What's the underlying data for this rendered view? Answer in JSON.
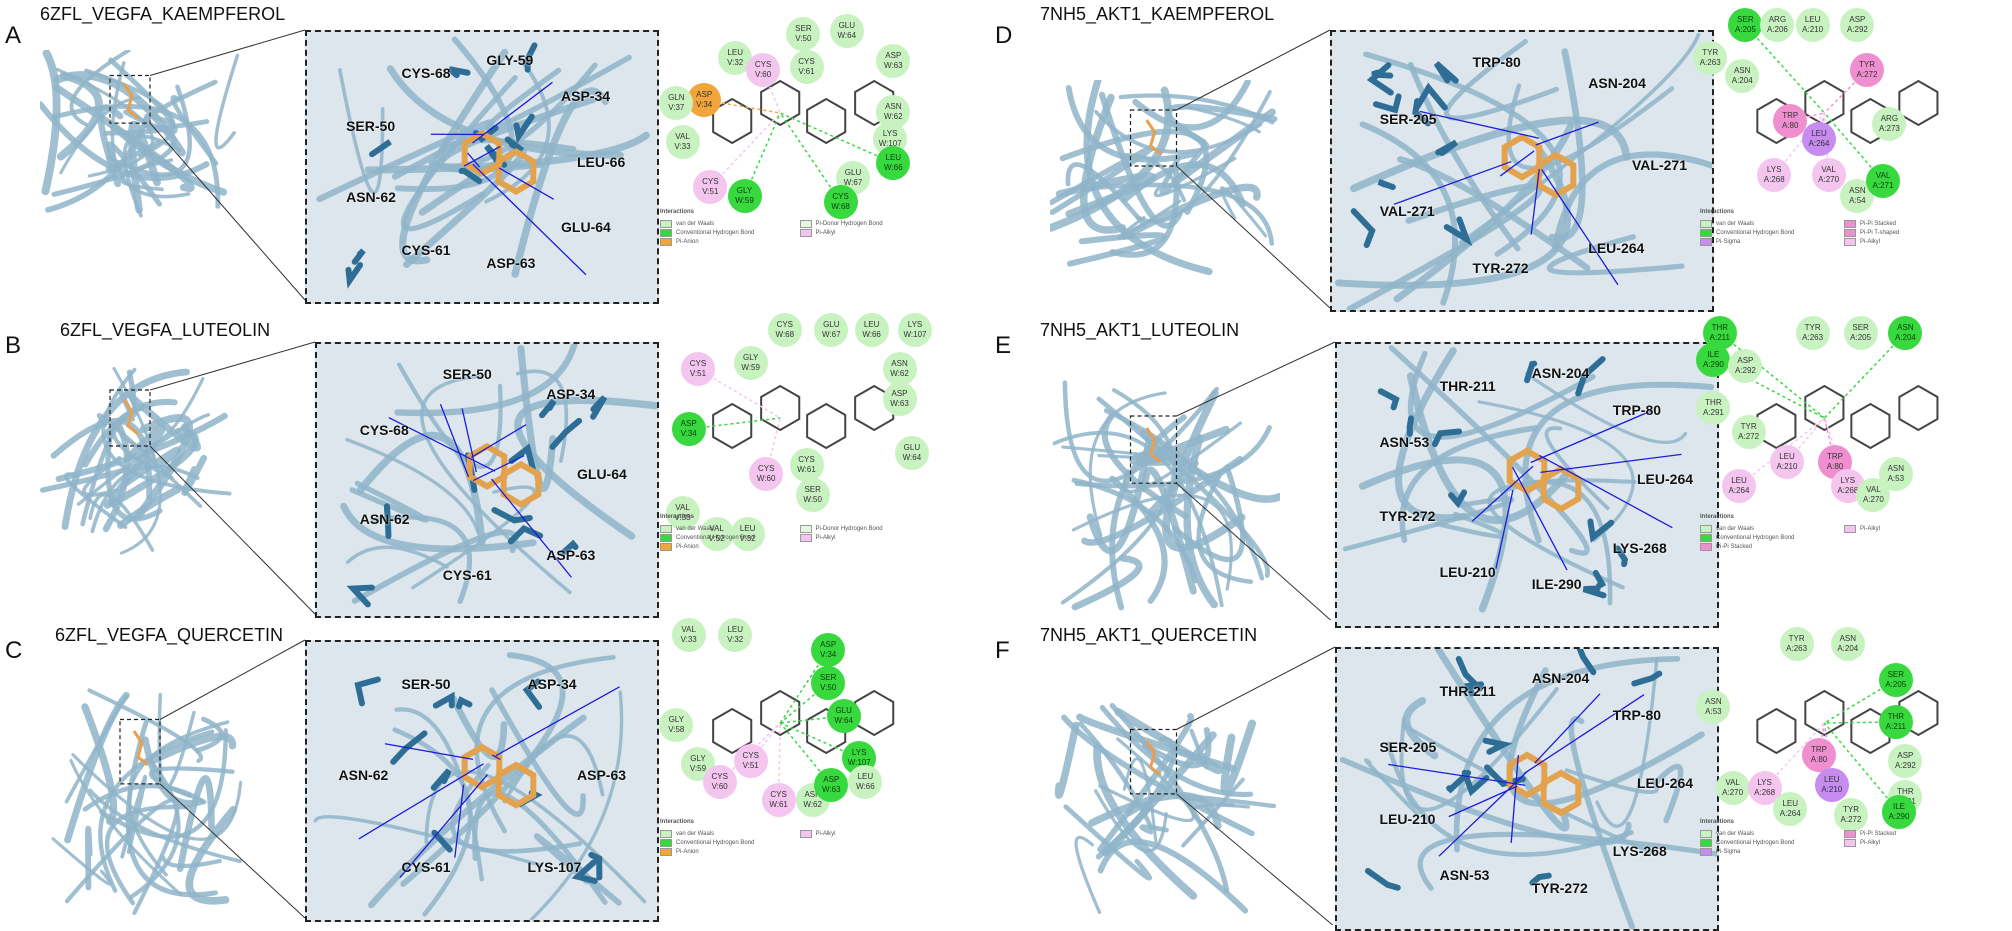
{
  "colors": {
    "vdw": "#c9f2c1",
    "hb": "#37d93f",
    "pi": "#f2a53a",
    "ch": "#e5f7e1",
    "alk": "#f4c5ee",
    "pipi": "#f08fcf",
    "sig": "#c68cf0"
  },
  "panels": [
    {
      "letter": "A",
      "title": "6ZFL_VEGFA_KAEMPFEROL",
      "zoom_labels": [
        "LEU-66",
        "GLU-64",
        "ASP-63",
        "CYS-61",
        "ASN-62",
        "SER-50",
        "CYS-68",
        "GLY-59",
        "ASP-34"
      ],
      "residues": [
        {
          "t": "vdw",
          "n": "LEU",
          "c": "V:32"
        },
        {
          "t": "vdw",
          "n": "SER",
          "c": "V:50"
        },
        {
          "t": "vdw",
          "n": "GLU",
          "c": "W:64"
        },
        {
          "t": "pi",
          "n": "ASP",
          "c": "V:34"
        },
        {
          "t": "alk",
          "n": "CYS",
          "c": "V:60"
        },
        {
          "t": "vdw",
          "n": "CYS",
          "c": "V:61"
        },
        {
          "t": "vdw",
          "n": "ASP",
          "c": "W:63"
        },
        {
          "t": "vdw",
          "n": "GLN",
          "c": "V:37"
        },
        {
          "t": "vdw",
          "n": "ASN",
          "c": "W:62"
        },
        {
          "t": "vdw",
          "n": "VAL",
          "c": "V:33"
        },
        {
          "t": "vdw",
          "n": "LYS",
          "c": "W:107"
        },
        {
          "t": "hb",
          "n": "LEU",
          "c": "W:66"
        },
        {
          "t": "vdw",
          "n": "GLU",
          "c": "W:67"
        },
        {
          "t": "alk",
          "n": "CYS",
          "c": "V:51"
        },
        {
          "t": "hb",
          "n": "GLY",
          "c": "W:59"
        },
        {
          "t": "hb",
          "n": "CYS",
          "c": "W:68"
        }
      ],
      "legend": [
        "Interactions",
        "van der Waals",
        "Conventional Hydrogen Bond",
        "Pi-Anion",
        "Pi-Donor Hydrogen Bond",
        "Pi-Alkyl"
      ]
    },
    {
      "letter": "B",
      "title": "6ZFL_VEGFA_LUTEOLIN",
      "zoom_labels": [
        "GLU-64",
        "ASP-63",
        "CYS-61",
        "ASN-62",
        "CYS-68",
        "SER-50",
        "ASP-34"
      ],
      "residues": [
        {
          "t": "vdw",
          "n": "CYS",
          "c": "W:68"
        },
        {
          "t": "vdw",
          "n": "GLU",
          "c": "W:67"
        },
        {
          "t": "vdw",
          "n": "LEU",
          "c": "W:66"
        },
        {
          "t": "vdw",
          "n": "LYS",
          "c": "W:107"
        },
        {
          "t": "alk",
          "n": "CYS",
          "c": "V:51"
        },
        {
          "t": "vdw",
          "n": "GLY",
          "c": "W:59"
        },
        {
          "t": "vdw",
          "n": "ASN",
          "c": "W:62"
        },
        {
          "t": "vdw",
          "n": "ASP",
          "c": "W:63"
        },
        {
          "t": "hb",
          "n": "ASP",
          "c": "V:34"
        },
        {
          "t": "vdw",
          "n": "GLU",
          "c": "W:64"
        },
        {
          "t": "vdw",
          "n": "CYS",
          "c": "W:61"
        },
        {
          "t": "alk",
          "n": "CYS",
          "c": "W:60"
        },
        {
          "t": "vdw",
          "n": "SER",
          "c": "W:50"
        },
        {
          "t": "vdw",
          "n": "VAL",
          "c": "V:33"
        },
        {
          "t": "vdw",
          "n": "VAL",
          "c": "V:52"
        },
        {
          "t": "vdw",
          "n": "LEU",
          "c": "V:32"
        }
      ],
      "legend": [
        "Interactions",
        "van der Waals",
        "Conventional Hydrogen Bond",
        "Pi-Anion",
        "Pi-Donor Hydrogen Bond",
        "Pi-Alkyl"
      ]
    },
    {
      "letter": "C",
      "title": "6ZFL_VEGFA_QUERCETIN",
      "zoom_labels": [
        "ASP-63",
        "LYS-107",
        "CYS-61",
        "ASN-62",
        "SER-50",
        "ASP-34"
      ],
      "residues": [
        {
          "t": "vdw",
          "n": "VAL",
          "c": "V:33"
        },
        {
          "t": "vdw",
          "n": "LEU",
          "c": "V:32"
        },
        {
          "t": "hb",
          "n": "ASP",
          "c": "V:34"
        },
        {
          "t": "hb",
          "n": "SER",
          "c": "V:50"
        },
        {
          "t": "vdw",
          "n": "GLY",
          "c": "V:58"
        },
        {
          "t": "hb",
          "n": "GLU",
          "c": "W:64"
        },
        {
          "t": "vdw",
          "n": "GLY",
          "c": "V:59"
        },
        {
          "t": "alk",
          "n": "CYS",
          "c": "V:51"
        },
        {
          "t": "alk",
          "n": "CYS",
          "c": "V:60"
        },
        {
          "t": "hb",
          "n": "LYS",
          "c": "W:107"
        },
        {
          "t": "alk",
          "n": "CYS",
          "c": "W:61"
        },
        {
          "t": "vdw",
          "n": "ASN",
          "c": "W:62"
        },
        {
          "t": "hb",
          "n": "ASP",
          "c": "W:63"
        },
        {
          "t": "vdw",
          "n": "LEU",
          "c": "W:66"
        }
      ],
      "legend": [
        "Interactions",
        "van der Waals",
        "Conventional Hydrogen Bond",
        "Pi-Anion",
        "Pi-Alkyl"
      ]
    },
    {
      "letter": "D",
      "title": "7NH5_AKT1_KAEMPFEROL",
      "zoom_labels": [
        "VAL-271",
        "LEU-264",
        "TYR-272",
        "VAL-271",
        "SER-205",
        "TRP-80",
        "ASN-204"
      ],
      "residues": [
        {
          "t": "hb",
          "n": "SER",
          "c": "A:205"
        },
        {
          "t": "vdw",
          "n": "ARG",
          "c": "A:206"
        },
        {
          "t": "vdw",
          "n": "LEU",
          "c": "A:210"
        },
        {
          "t": "vdw",
          "n": "ASP",
          "c": "A:292"
        },
        {
          "t": "vdw",
          "n": "TYR",
          "c": "A:263"
        },
        {
          "t": "vdw",
          "n": "ASN",
          "c": "A:204"
        },
        {
          "t": "pipi",
          "n": "TYR",
          "c": "A:272"
        },
        {
          "t": "pipi",
          "n": "TRP",
          "c": "A:80"
        },
        {
          "t": "vdw",
          "n": "ARG",
          "c": "A:273"
        },
        {
          "t": "sig",
          "n": "LEU",
          "c": "A:264"
        },
        {
          "t": "alk",
          "n": "LYS",
          "c": "A:268"
        },
        {
          "t": "alk",
          "n": "VAL",
          "c": "A:270"
        },
        {
          "t": "vdw",
          "n": "ASN",
          "c": "A:54"
        },
        {
          "t": "hb",
          "n": "VAL",
          "c": "A:271"
        }
      ],
      "legend": [
        "Interactions",
        "van der Waals",
        "Conventional Hydrogen Bond",
        "Pi-Sigma",
        "Pi-Pi Stacked",
        "Pi-Pi T-shaped",
        "Pi-Alkyl"
      ]
    },
    {
      "letter": "E",
      "title": "7NH5_AKT1_LUTEOLIN",
      "zoom_labels": [
        "LEU-264",
        "LYS-268",
        "ILE-290",
        "LEU-210",
        "TYR-272",
        "ASN-53",
        "THR-211",
        "ASN-204",
        "TRP-80"
      ],
      "residues": [
        {
          "t": "hb",
          "n": "THR",
          "c": "A:211"
        },
        {
          "t": "vdw",
          "n": "TYR",
          "c": "A:263"
        },
        {
          "t": "vdw",
          "n": "SER",
          "c": "A:205"
        },
        {
          "t": "hb",
          "n": "ASN",
          "c": "A:204"
        },
        {
          "t": "hb",
          "n": "ILE",
          "c": "A:290"
        },
        {
          "t": "vdw",
          "n": "ASP",
          "c": "A:292"
        },
        {
          "t": "vdw",
          "n": "THR",
          "c": "A:291"
        },
        {
          "t": "vdw",
          "n": "TYR",
          "c": "A:272"
        },
        {
          "t": "alk",
          "n": "LEU",
          "c": "A:210"
        },
        {
          "t": "pipi",
          "n": "TRP",
          "c": "A:80"
        },
        {
          "t": "vdw",
          "n": "ASN",
          "c": "A:53"
        },
        {
          "t": "alk",
          "n": "LEU",
          "c": "A:264"
        },
        {
          "t": "alk",
          "n": "LYS",
          "c": "A:268"
        },
        {
          "t": "vdw",
          "n": "VAL",
          "c": "A:270"
        }
      ],
      "legend": [
        "Interactions",
        "van der Waals",
        "Conventional Hydrogen Bond",
        "Pi-Pi Stacked",
        "Pi-Alkyl"
      ]
    },
    {
      "letter": "F",
      "title": "7NH5_AKT1_QUERCETIN",
      "zoom_labels": [
        "LEU-264",
        "LYS-268",
        "TYR-272",
        "ASN-53",
        "LEU-210",
        "SER-205",
        "THR-211",
        "ASN-204",
        "TRP-80"
      ],
      "residues": [
        {
          "t": "vdw",
          "n": "TYR",
          "c": "A:263"
        },
        {
          "t": "vdw",
          "n": "ASN",
          "c": "A:204"
        },
        {
          "t": "hb",
          "n": "SER",
          "c": "A:205"
        },
        {
          "t": "vdw",
          "n": "ASN",
          "c": "A:53"
        },
        {
          "t": "hb",
          "n": "THR",
          "c": "A:211"
        },
        {
          "t": "vdw",
          "n": "ASP",
          "c": "A:292"
        },
        {
          "t": "pipi",
          "n": "TRP",
          "c": "A:80"
        },
        {
          "t": "vdw",
          "n": "THR",
          "c": "A:291"
        },
        {
          "t": "vdw",
          "n": "VAL",
          "c": "A:270"
        },
        {
          "t": "alk",
          "n": "LYS",
          "c": "A:268"
        },
        {
          "t": "sig",
          "n": "LEU",
          "c": "A:210"
        },
        {
          "t": "hb",
          "n": "ILE",
          "c": "A:290"
        },
        {
          "t": "vdw",
          "n": "LEU",
          "c": "A:264"
        },
        {
          "t": "vdw",
          "n": "TYR",
          "c": "A:272"
        }
      ],
      "legend": [
        "Interactions",
        "van der Waals",
        "Conventional Hydrogen Bond",
        "Pi-Sigma",
        "Pi-Pi Stacked",
        "Pi-Alkyl"
      ]
    }
  ]
}
